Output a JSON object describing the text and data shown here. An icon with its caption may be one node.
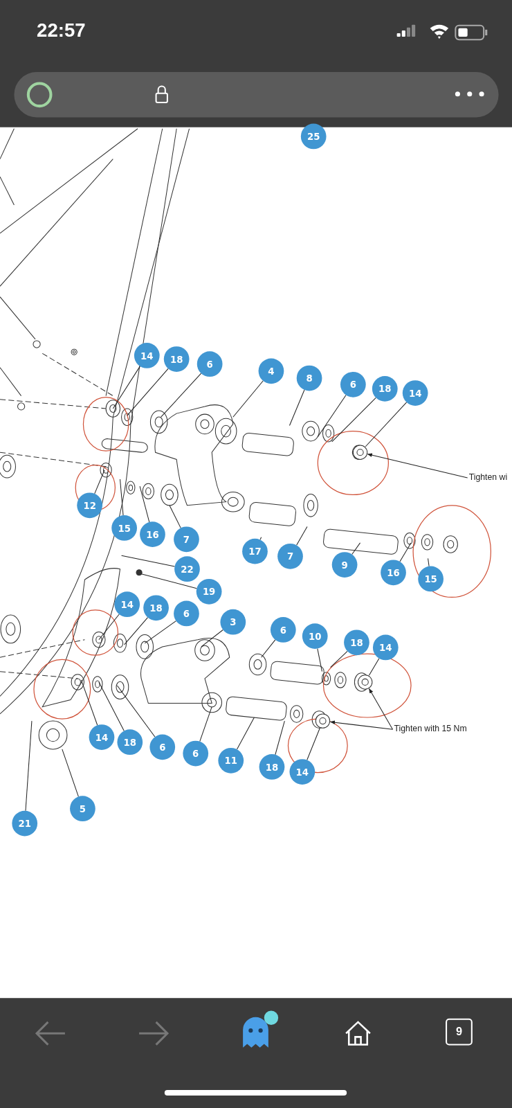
{
  "diagram": {
    "nodes": [
      {
        "text": [
          "25"
        ]
      },
      {
        "text": [
          "14"
        ]
      },
      {
        "text": [
          "18"
        ]
      },
      {
        "text": [
          "6"
        ]
      },
      {
        "text": [
          "4"
        ]
      },
      {
        "text": [
          "8"
        ]
      },
      {
        "text": [
          "6"
        ]
      },
      {
        "text": [
          "18"
        ]
      },
      {
        "text": [
          "14"
        ]
      },
      {
        "text": [
          "12"
        ]
      },
      {
        "text": [
          "15"
        ]
      },
      {
        "text": [
          "16"
        ]
      },
      {
        "text": [
          "7"
        ]
      },
      {
        "text": [
          "17"
        ]
      },
      {
        "text": [
          "7"
        ]
      },
      {
        "text": [
          "9"
        ]
      },
      {
        "text": [
          "16"
        ]
      },
      {
        "text": [
          "15"
        ]
      },
      {
        "text": [
          "22"
        ]
      },
      {
        "text": [
          "19"
        ]
      },
      {
        "text": [
          "14"
        ]
      },
      {
        "text": [
          "18"
        ]
      },
      {
        "text": [
          "6"
        ]
      },
      {
        "text": [
          "3"
        ]
      },
      {
        "text": [
          "6"
        ]
      },
      {
        "text": [
          "10"
        ]
      },
      {
        "text": [
          "18"
        ]
      },
      {
        "text": [
          "14"
        ]
      },
      {
        "text": [
          "14"
        ]
      },
      {
        "text": [
          "18"
        ]
      },
      {
        "text": [
          "6"
        ]
      },
      {
        "text": [
          "6"
        ]
      },
      {
        "text": [
          "11"
        ]
      },
      {
        "text": [
          "18"
        ]
      },
      {
        "text": [
          "14"
        ]
      },
      {
        "text": [
          "5"
        ]
      },
      {
        "text": [
          "21"
        ]
      },
      {
        "text": [
          "Tighten wi"
        ]
      },
      {
        "text": [
          "Tighten with 15 Nm"
        ]
      },
      {
        "text": [],
        "shape": "circle"
      },
      {
        "text": [],
        "shape": "circle"
      },
      {
        "text": [],
        "shape": "circle"
      }
    ],
    "edges": [
      {
        "from": 1,
        "to": null,
        "arrow": "none"
      },
      {
        "from": 2,
        "to": null,
        "arrow": "none"
      },
      {
        "from": 3,
        "to": null,
        "arrow": "none"
      },
      {
        "from": 4,
        "to": null,
        "arrow": "none"
      },
      {
        "from": 5,
        "to": null,
        "arrow": "none"
      },
      {
        "from": 6,
        "to": null,
        "arrow": "none"
      },
      {
        "from": 7,
        "to": null,
        "arrow": "none"
      },
      {
        "from": 8,
        "to": 39,
        "arrow": "none"
      },
      {
        "from": 9,
        "to": null,
        "arrow": "none"
      },
      {
        "from": 10,
        "to": null,
        "arrow": "none"
      },
      {
        "from": 11,
        "to": null,
        "arrow": "none"
      },
      {
        "from": 12,
        "to": null,
        "arrow": "none"
      },
      {
        "from": 13,
        "to": null,
        "arrow": "none"
      },
      {
        "from": 14,
        "to": null,
        "arrow": "none"
      },
      {
        "from": 15,
        "to": null,
        "arrow": "none"
      },
      {
        "from": 16,
        "to": null,
        "arrow": "none"
      },
      {
        "from": 17,
        "to": null,
        "arrow": "none"
      },
      {
        "from": 18,
        "to": null,
        "arrow": "none"
      },
      {
        "from": 19,
        "to": null,
        "arrow": "none"
      },
      {
        "from": 20,
        "to": null,
        "arrow": "none"
      },
      {
        "from": 21,
        "to": null,
        "arrow": "none"
      },
      {
        "from": 22,
        "to": null,
        "arrow": "none"
      },
      {
        "from": 23,
        "to": null,
        "arrow": "none"
      },
      {
        "from": 24,
        "to": null,
        "arrow": "none"
      },
      {
        "from": 25,
        "to": null,
        "arrow": "none"
      },
      {
        "from": 26,
        "to": null,
        "arrow": "none"
      },
      {
        "from": 27,
        "to": 40,
        "arrow": "none"
      },
      {
        "from": 28,
        "to": null,
        "arrow": "none"
      },
      {
        "from": 29,
        "to": null,
        "arrow": "none"
      },
      {
        "from": 30,
        "to": null,
        "arrow": "none"
      },
      {
        "from": 31,
        "to": null,
        "arrow": "none"
      },
      {
        "from": 32,
        "to": null,
        "arrow": "none"
      },
      {
        "from": 33,
        "to": null,
        "arrow": "none"
      },
      {
        "from": 34,
        "to": 41,
        "arrow": "none"
      },
      {
        "from": 35,
        "to": null,
        "arrow": "none"
      },
      {
        "from": 36,
        "to": null,
        "arrow": "none"
      },
      {
        "from": 37,
        "to": 39,
        "arrow": "to"
      },
      {
        "from": 38,
        "to": 40,
        "arrow": "to"
      },
      {
        "from": 38,
        "to": 41,
        "arrow": "to"
      }
    ],
    "labels": [
      "22:57",
      "9"
    ]
  }
}
